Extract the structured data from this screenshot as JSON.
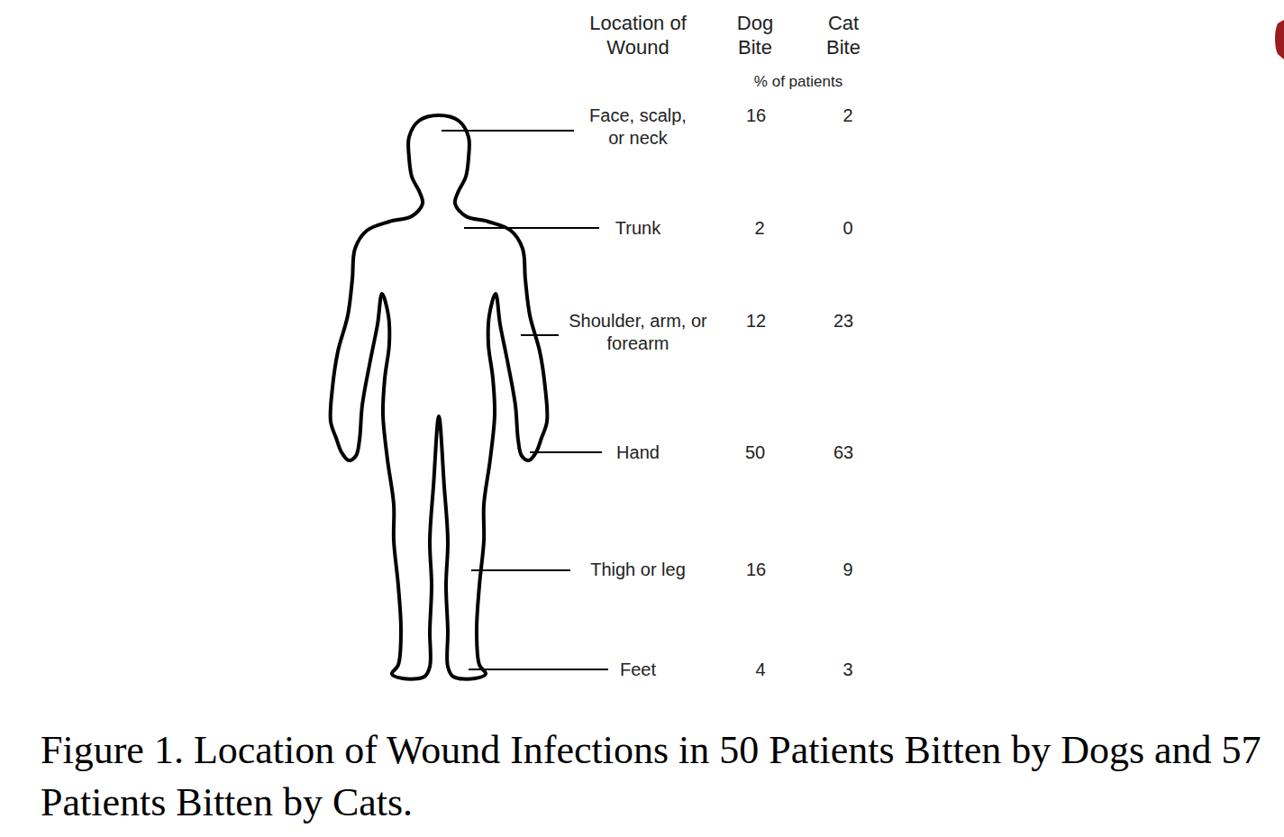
{
  "diagram": {
    "caption": "Figure 1. Location of Wound Infections in 50 Patients Bitten by Dogs and 57 Patients Bitten by Cats.",
    "labels": [
      "Location of Wound",
      "Dog Bite",
      "Cat Bite",
      "% of patients",
      "Face, scalp, or neck",
      "16",
      "2",
      "Trunk",
      "2",
      "0",
      "Shoulder, arm, or forearm",
      "12",
      "23",
      "Hand",
      "50",
      "63",
      "Thigh or leg",
      "16",
      "9",
      "Feet",
      "4",
      "3"
    ]
  }
}
